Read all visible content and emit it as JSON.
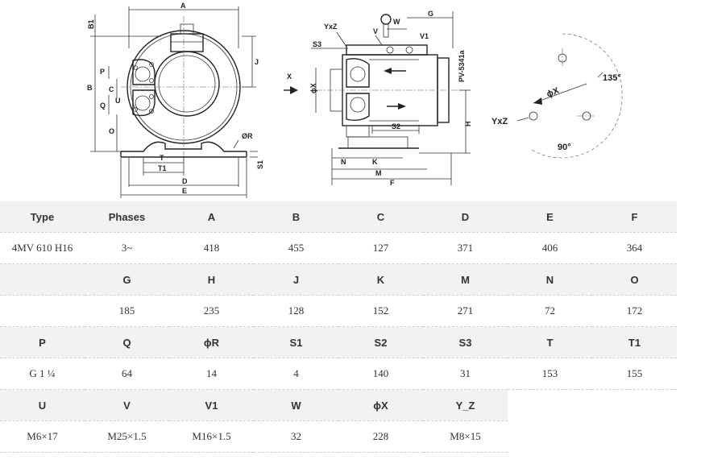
{
  "drawing": {
    "front_view_labels": [
      "A",
      "B1",
      "B",
      "P",
      "C",
      "Q",
      "U",
      "O",
      "J",
      "ØR",
      "S1",
      "T",
      "T1",
      "D",
      "E"
    ],
    "side_view_labels": [
      "YxZ",
      "V",
      "W",
      "G",
      "V1",
      "S3",
      "X",
      "ϕX",
      "PV-5341a",
      "S2",
      "H",
      "N",
      "K",
      "M",
      "F"
    ],
    "flange_labels": [
      "ϕX",
      "135°",
      "YxZ",
      "90°"
    ]
  },
  "table": {
    "rows": [
      {
        "type": "header",
        "cells": [
          "Type",
          "Phases",
          "A",
          "B",
          "C",
          "D",
          "E",
          "F"
        ]
      },
      {
        "type": "value",
        "cells": [
          "4MV 610 H16",
          "3~",
          "418",
          "455",
          "127",
          "371",
          "406",
          "364"
        ]
      },
      {
        "type": "header",
        "cells": [
          "",
          "G",
          "H",
          "J",
          "K",
          "M",
          "N",
          "O"
        ]
      },
      {
        "type": "value",
        "cells": [
          "",
          "185",
          "235",
          "128",
          "152",
          "271",
          "72",
          "172"
        ]
      },
      {
        "type": "header",
        "cells": [
          "P",
          "Q",
          "ϕR",
          "S1",
          "S2",
          "S3",
          "T",
          "T1"
        ]
      },
      {
        "type": "value",
        "cells": [
          "G 1 ¼",
          "64",
          "14",
          "4",
          "140",
          "31",
          "153",
          "155"
        ]
      },
      {
        "type": "header",
        "cells": [
          "U",
          "V",
          "V1",
          "W",
          "ϕX",
          "Y_Z",
          "",
          ""
        ]
      },
      {
        "type": "value",
        "cells": [
          "M6×17",
          "M25×1.5",
          "M16×1.5",
          "32",
          "228",
          "M8×15",
          "",
          ""
        ]
      }
    ]
  }
}
